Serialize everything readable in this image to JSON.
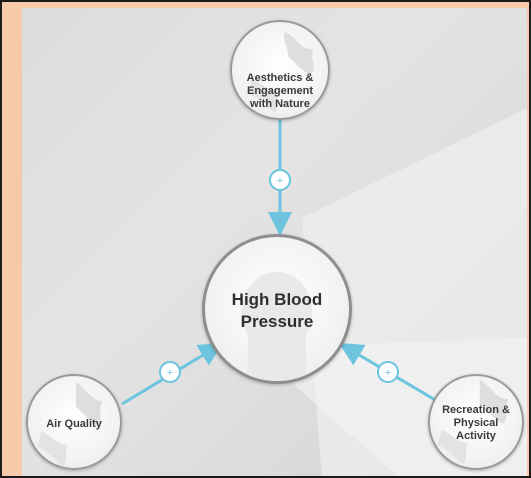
{
  "diagram": {
    "center": {
      "label_line1": "High Blood",
      "label_line2": "Pressure"
    },
    "nodes": {
      "top": {
        "lines": [
          "Aesthetics &",
          "Engagement",
          "with Nature"
        ]
      },
      "left": {
        "lines": [
          "Air Quality"
        ]
      },
      "right": {
        "lines": [
          "Recreation &",
          "Physical",
          "Activity"
        ]
      }
    },
    "connector_sign": "+",
    "colors": {
      "connector": "#6cc4df",
      "border": "#9a9a9a",
      "text": "#3a3a3a"
    }
  }
}
